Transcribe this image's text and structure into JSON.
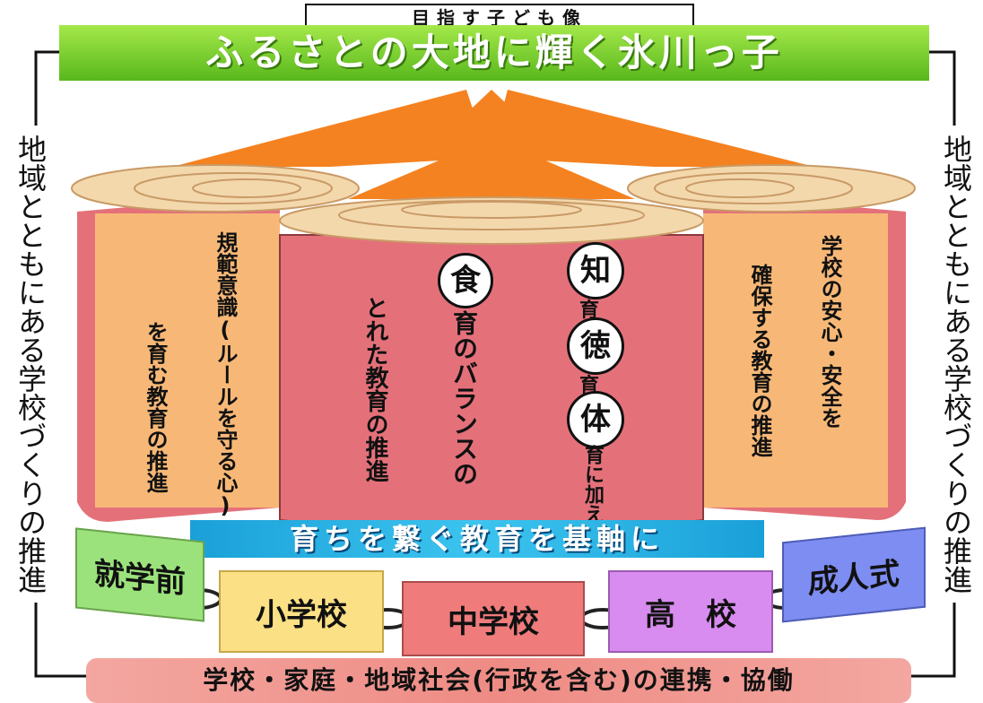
{
  "caption": "目指す子ども像",
  "title": "ふるさとの大地に輝く氷川っ子",
  "side_left": "地域とともにある学校づくりの推進",
  "side_right": "地域とともにある学校づくりの推進",
  "left_log": {
    "col1": "規範意識(ルールを守る心)",
    "col2": "を育む教育の推進"
  },
  "center_log": {
    "circle_shoku": "食",
    "col_shoku": "育のバランスの",
    "col_toreta": "とれた教育の推進",
    "circle_chi": "知",
    "iku1": "育",
    "circle_toku": "徳",
    "iku2": "育",
    "circle_tai": "体",
    "col_tail": "育に加え"
  },
  "right_log": {
    "col1": "学校の安心・安全を",
    "col2": "確保する教育の推進"
  },
  "connector": "育ちを繋ぐ教育を基軸に",
  "stages": [
    "就学前",
    "小学校",
    "中学校",
    "高　校",
    "成人式"
  ],
  "bottom": "学校・家庭・地域社会(行政を含む)の連携・協働",
  "colors": {
    "green": "#66c22a",
    "orange_arrow": "#f58220",
    "log_tan": "#f7b877",
    "log_red": "#e4717a",
    "connector_blue": "#2ab4e8",
    "stage_green": "#9be27c",
    "stage_yellow": "#fbe085",
    "stage_red": "#ef7b7b",
    "stage_purple": "#d98cf0",
    "stage_blue": "#7e8df2"
  }
}
